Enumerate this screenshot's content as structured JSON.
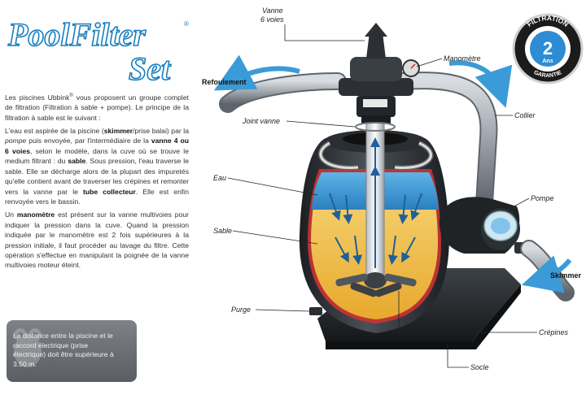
{
  "logo": {
    "line1": "PoolFilter",
    "reg": "®",
    "line2": "Set"
  },
  "badge": {
    "top": "FILTRATION",
    "number": "2",
    "unit": "Ans",
    "bottom": "GARANTIE"
  },
  "intro": {
    "p1_a": "Les piscines Ubbink",
    "p1_reg": "®",
    "p1_b": " vous proposent un groupe complet de filtration (Filtration à sable + pompe). Le principe de la filtration à sable est le suivant :",
    "p2_a": "L'eau est aspirée de la piscine (",
    "p2_skimmer": "skimmer",
    "p2_b": "/prise balai) par la ",
    "p2_pompe": "pompe",
    "p2_c": " puis envoyée, par l'intermédiaire de la ",
    "p2_vanne": "vanne 4 ou 6 voies",
    "p2_d": ", selon le modèle, dans la cuve où se trouve le medium filtrant : du ",
    "p2_sable": "sable",
    "p2_e": ". Sous pression, l'eau traverse le sable. Elle se décharge alors de la plupart des impuretés qu'elle contient avant de traverser les crépines et remonter vers la vanne par le ",
    "p2_tube": "tube collecteur",
    "p2_f": ". Elle est enfin renvoyée vers le bassin.",
    "p3_a": "Un ",
    "p3_mano": "manomètre",
    "p3_b": " est présent sur la vanne multivoies pour indiquer la pression dans la cuve. Quand la pression indiquée par le manomètre est 2 fois supérieures à la pression initiale, il faut procéder au lavage du filtre. Cette opération s'effectue en manipulant la poignée de la vanne multivoies moteur éteint."
  },
  "note": "La distance entre la piscine et le raccord électrique (prise électrique) doit être supérieure à 3.50 m.",
  "labels": {
    "vanne_l1": "Vanne",
    "vanne_l2": "6 voies",
    "manometre": "Manomètre",
    "refoulement": "Refoulement",
    "joint": "Joint vanne",
    "collier": "Collier",
    "eau": "Eau",
    "pompe": "Pompe",
    "sable": "Sable",
    "skimmer": "Skimmer",
    "purge": "Purge",
    "crepines": "Crépines",
    "socle": "Socle"
  },
  "colors": {
    "logo_blue": "#1a7fc1",
    "water": "#2f8fd0",
    "sand": "#f2c24a",
    "tank": "#2b2f33",
    "arrow": "#3a9bd8"
  }
}
